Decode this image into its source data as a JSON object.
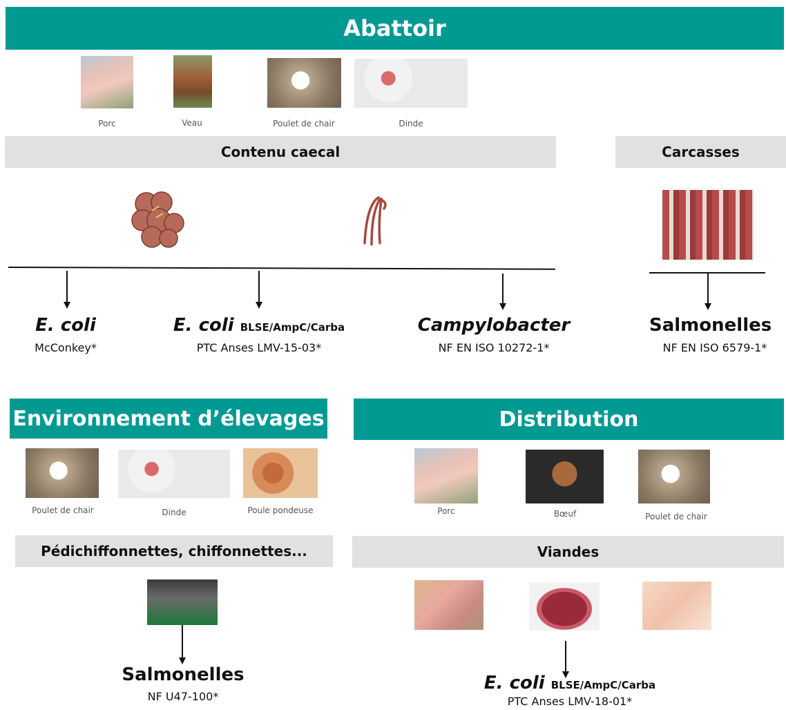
{
  "abattoir": {
    "title": "Abattoir",
    "animals": [
      {
        "label": "Porc",
        "icon": "pig-photo"
      },
      {
        "label": "Veau",
        "icon": "calf-photo"
      },
      {
        "label": "Poulet de chair",
        "icon": "chicken-photo"
      },
      {
        "label": "Dinde",
        "icon": "turkey-photo"
      }
    ],
    "caecal_label": "Contenu caecal",
    "carcass_label": "Carcasses",
    "results": [
      {
        "organism": "E. coli",
        "suffix": "",
        "method": "McConkey*"
      },
      {
        "organism": "E. coli",
        "suffix": "BLSE/AmpC/Carba",
        "method": "PTC Anses LMV-15-03*"
      },
      {
        "organism": "Campylobacter",
        "suffix": "",
        "method": "NF EN ISO 10272-1*"
      },
      {
        "organism": "Salmonelles",
        "suffix": "",
        "method": "NF EN ISO 6579-1*"
      }
    ]
  },
  "environnement": {
    "title": "Environnement d’élevages",
    "animals": [
      {
        "label": "Poulet de chair",
        "icon": "chicken-photo"
      },
      {
        "label": "Dinde",
        "icon": "turkey-photo"
      },
      {
        "label": "Poule pondeuse",
        "icon": "hens-photo"
      }
    ],
    "sample_label": "Pédichiffonnettes, chiffonnettes...",
    "result": {
      "organism": "Salmonelles",
      "method": "NF U47-100*"
    }
  },
  "distribution": {
    "title": "Distribution",
    "animals": [
      {
        "label": "Porc",
        "icon": "pig-photo"
      },
      {
        "label": "Bœuf",
        "icon": "cow-photo"
      },
      {
        "label": "Poulet de chair",
        "icon": "chicken-photo"
      }
    ],
    "sample_label": "Viandes",
    "result": {
      "organism": "E. coli",
      "suffix": "BLSE/AmpC/Carba",
      "method": "PTC Anses LMV-18-01*"
    }
  },
  "colors": {
    "teal": "#009a93",
    "grey": "#e1e1e1"
  }
}
